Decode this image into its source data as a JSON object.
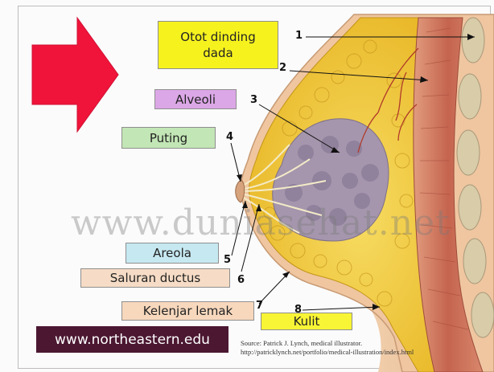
{
  "labels": {
    "otot": "Otot dinding\ndada",
    "alveoli": "Alveoli",
    "puting": "Puting",
    "areola": "Areola",
    "saluran": "Saluran ductus",
    "kelenjar": "Kelenjar lemak",
    "kulit": "Kulit"
  },
  "numbers": [
    "1",
    "2",
    "3",
    "4",
    "5",
    "6",
    "7",
    "8"
  ],
  "watermark": "www.duniasehat.net",
  "url": "www.northeastern.edu",
  "source": {
    "line1": "Source: Patrick J. Lynch, medical illustrator.",
    "line2": "http://patricklynch.net/portfolio/medical-illustration/index.html"
  },
  "colors": {
    "arrow": "#f0143a",
    "fat": "#f2cf3c",
    "muscle": "#c96a55",
    "skin": "#f0c9a3",
    "lobule": "#9c8ea6",
    "url_box": "#4b1731"
  }
}
